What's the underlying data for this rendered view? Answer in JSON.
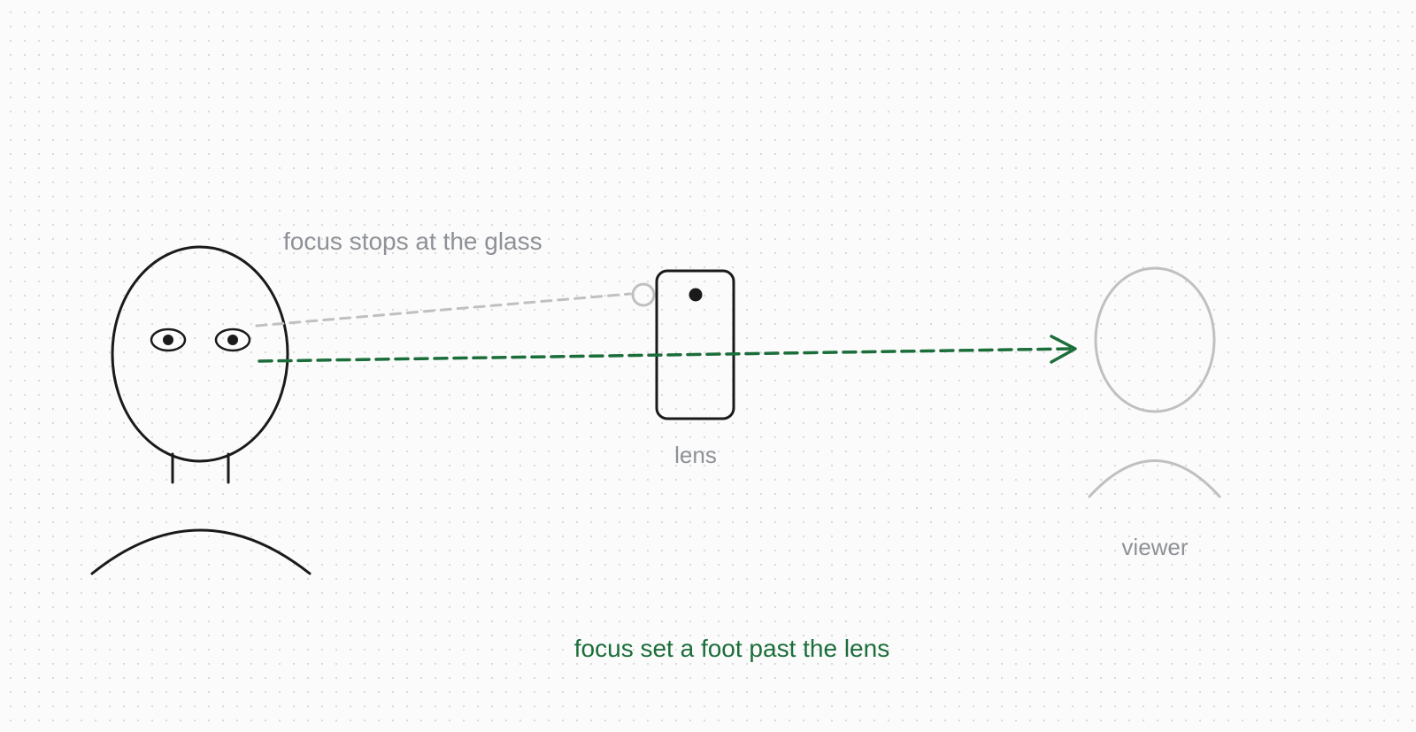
{
  "labels": {
    "glass_focus": "focus stops at the glass",
    "lens": "lens",
    "viewer": "viewer",
    "past_focus": "focus set a foot past the lens"
  },
  "colors": {
    "ink": "#1a1a1a",
    "muted_text": "#8e9196",
    "muted_stroke": "#c0c0c3",
    "focus_green": "#1b6e3a",
    "background": "#fbfbfb"
  },
  "icons": {
    "person": "person-icon",
    "phone": "phone-icon",
    "viewer": "viewer-icon"
  }
}
